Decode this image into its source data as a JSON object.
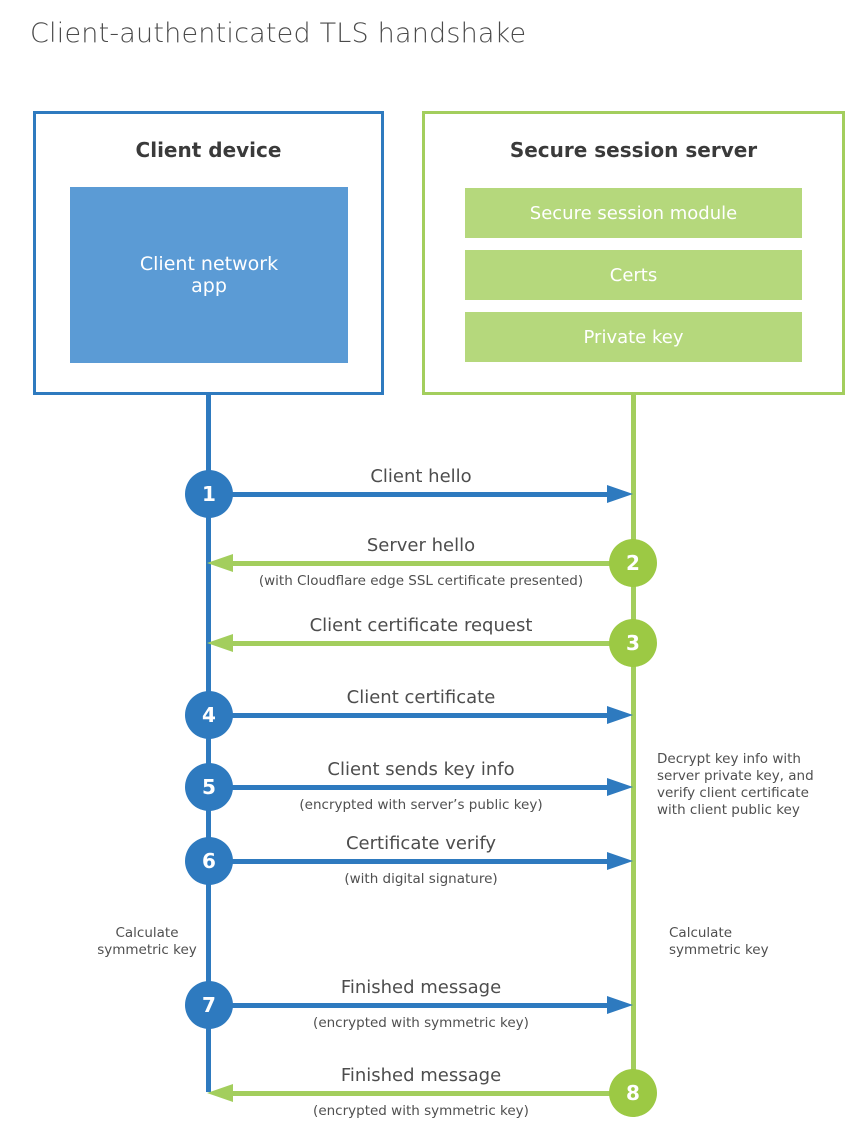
{
  "title": "Client-authenticated TLS handshake",
  "client_box": {
    "title": "Client device",
    "app": "Client network\napp"
  },
  "server_box": {
    "title": "Secure session server",
    "modules": [
      "Secure session module",
      "Certs",
      "Private key"
    ]
  },
  "messages": [
    {
      "num": "1",
      "label": "Client hello",
      "sub": "",
      "direction": "client-to-server"
    },
    {
      "num": "2",
      "label": "Server hello",
      "sub": "(with Cloudflare edge SSL certificate presented)",
      "direction": "server-to-client"
    },
    {
      "num": "3",
      "label": "Client certificate request",
      "sub": "",
      "direction": "server-to-client"
    },
    {
      "num": "4",
      "label": "Client certificate",
      "sub": "",
      "direction": "client-to-server"
    },
    {
      "num": "5",
      "label": "Client sends key info",
      "sub": "(encrypted with server’s public key)",
      "direction": "client-to-server"
    },
    {
      "num": "6",
      "label": "Certificate verify",
      "sub": "(with digital signature)",
      "direction": "client-to-server"
    },
    {
      "num": "7",
      "label": "Finished message",
      "sub": "(encrypted with symmetric key)",
      "direction": "client-to-server"
    },
    {
      "num": "8",
      "label": "Finished message",
      "sub": "(encrypted with symmetric key)",
      "direction": "server-to-client"
    }
  ],
  "annotations": {
    "decrypt": "Decrypt key info with\nserver private key, and\nverify client certificate\nwith client public key",
    "calc_left": "Calculate\nsymmetric key",
    "calc_right": "Calculate\nsymmetric key"
  },
  "colors": {
    "blue": "#2e7abf",
    "blue_fill": "#5b9bd5",
    "green_line": "#a3ce5d",
    "green_circle": "#9cc944",
    "green_fill": "#b5d87c",
    "heading_text": "#3a3a3a",
    "label_text": "#4d4d4d"
  }
}
